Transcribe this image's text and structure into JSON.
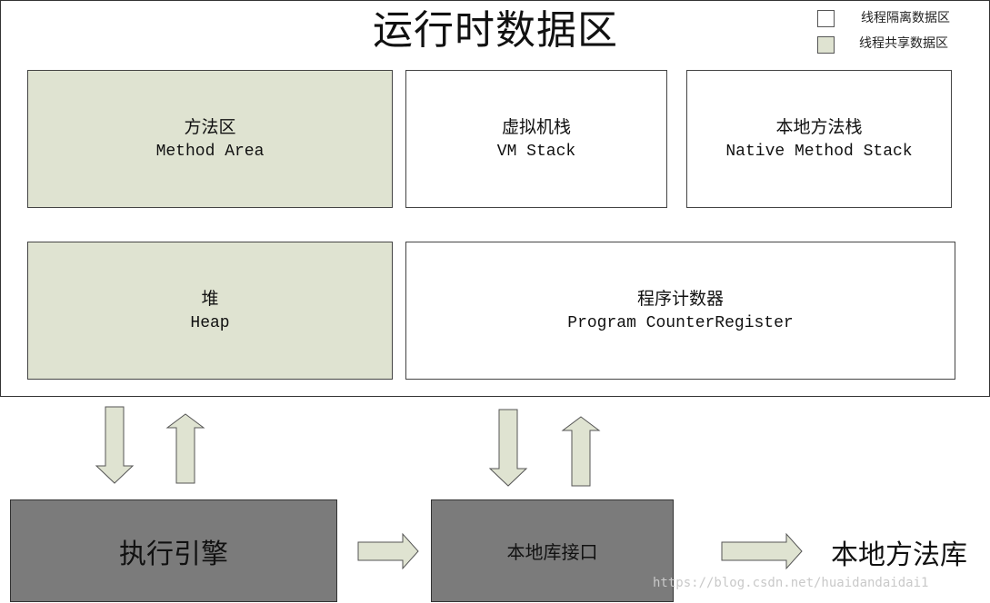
{
  "title": "运行时数据区",
  "legend": [
    {
      "label": "线程隔离数据区",
      "color": "#ffffff"
    },
    {
      "label": "线程共享数据区",
      "color": "#dfe3d1"
    }
  ],
  "regions": {
    "method_area": {
      "cn": "方法区",
      "en": "Method Area"
    },
    "vm_stack": {
      "cn": "虚拟机栈",
      "en": "VM Stack"
    },
    "native_method_stack": {
      "cn": "本地方法栈",
      "en": "Native Method Stack"
    },
    "heap": {
      "cn": "堆",
      "en": "Heap"
    },
    "program_counter": {
      "cn": "程序计数器",
      "en": "Program CounterRegister"
    }
  },
  "execution_engine": "执行引擎",
  "native_interface": "本地库接口",
  "native_library": "本地方法库",
  "watermark": "https://blog.csdn.net/huaidandaidai1",
  "colors": {
    "shared_fill": "#dfe3d1",
    "arrow_fill": "#dfe3d1",
    "dark_box": "#7b7b7b"
  }
}
